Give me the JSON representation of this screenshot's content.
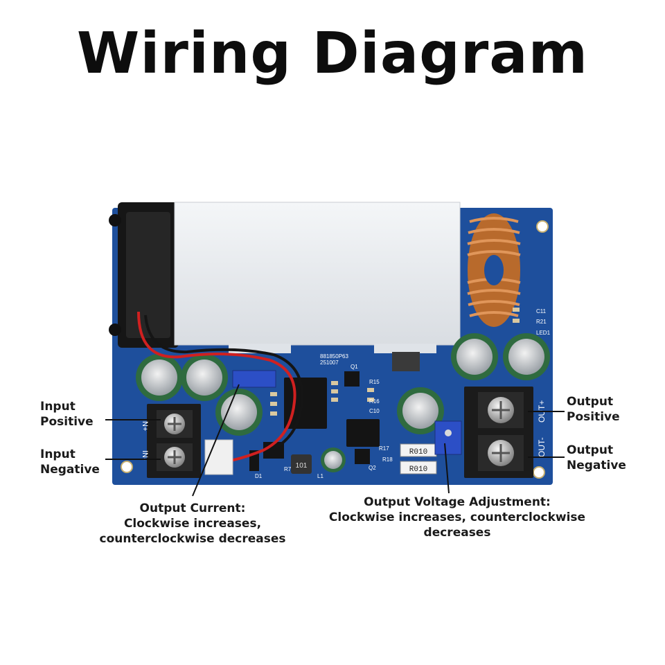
{
  "title": "Wiring Diagram",
  "labels": {
    "input_positive": [
      "Input",
      "Positive"
    ],
    "input_negative": [
      "Input",
      "Negative"
    ],
    "output_positive": [
      "Output",
      "Positive"
    ],
    "output_negative": [
      "Output",
      "Negative"
    ],
    "output_current": [
      "Output Current:",
      "Clockwise increases,",
      "counterclockwise decreases"
    ],
    "output_voltage": [
      "Output Voltage Adjustment:",
      "Clockwise increases, counterclockwise",
      "decreases"
    ]
  },
  "silkscreen": {
    "in_plus": "IN+",
    "in_minus": "IN-",
    "out_plus": "OUT+",
    "out_minus": "OUT-",
    "r010_a": "R010",
    "r010_b": "R010",
    "led": "LED1",
    "c11": "C11",
    "r21": "R21",
    "r15": "R15",
    "r16": "R16",
    "r17": "R17",
    "r18": "R18",
    "q1": "Q1",
    "q2": "Q2",
    "chip": "101",
    "l1": "L1",
    "d1": "D1",
    "r7": "R7",
    "c10": "C10",
    "ic_code": "881850P63",
    "ic_code2": "251007"
  },
  "colors": {
    "pcb": "#1e4f9c",
    "heatsink": "#e9ecef",
    "terminal": "#1b1b1b",
    "copper": "#c97a3a",
    "capacitor": "#2f6b3f"
  }
}
